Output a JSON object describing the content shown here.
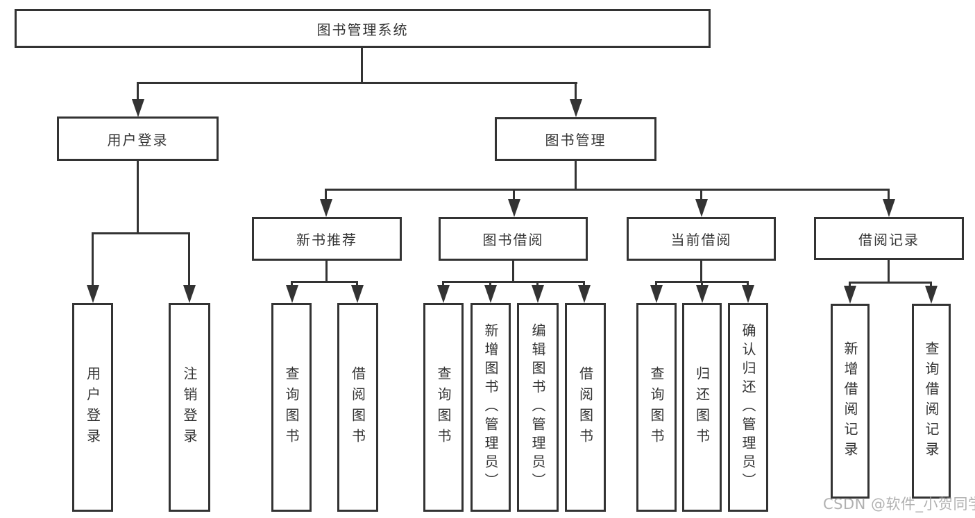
{
  "diagram": {
    "root": "图书管理系统",
    "level2": [
      {
        "id": "user-login",
        "label": "用户登录"
      },
      {
        "id": "book-management",
        "label": "图书管理"
      }
    ],
    "level3": [
      {
        "id": "new-book-recommend",
        "label": "新书推荐"
      },
      {
        "id": "book-borrow",
        "label": "图书借阅"
      },
      {
        "id": "current-borrow",
        "label": "当前借阅"
      },
      {
        "id": "borrow-records",
        "label": "借阅记录"
      }
    ],
    "leaves": [
      {
        "id": "user-login-leaf",
        "label": "用户登录"
      },
      {
        "id": "logout",
        "label": "注销登录"
      },
      {
        "id": "query-books-new",
        "label": "查询图书"
      },
      {
        "id": "borrow-books-new",
        "label": "借阅图书"
      },
      {
        "id": "query-books-borrow",
        "label": "查询图书"
      },
      {
        "id": "add-books-admin",
        "label": "新增图书（管理员）"
      },
      {
        "id": "edit-books-admin",
        "label": "编辑图书（管理员）"
      },
      {
        "id": "borrow-books",
        "label": "借阅图书"
      },
      {
        "id": "query-books-current",
        "label": "查询图书"
      },
      {
        "id": "return-books",
        "label": "归还图书"
      },
      {
        "id": "confirm-return-admin",
        "label": "确认归还（管理员）"
      },
      {
        "id": "add-borrow-record",
        "label": "新增借阅记录"
      },
      {
        "id": "query-borrow-record",
        "label": "查询借阅记录"
      }
    ]
  },
  "watermark": "CSDN @软件_小贺同学",
  "colors": {
    "line": "#333333",
    "text": "#333333",
    "watermark": "#9e9e9e",
    "background": "#ffffff"
  }
}
